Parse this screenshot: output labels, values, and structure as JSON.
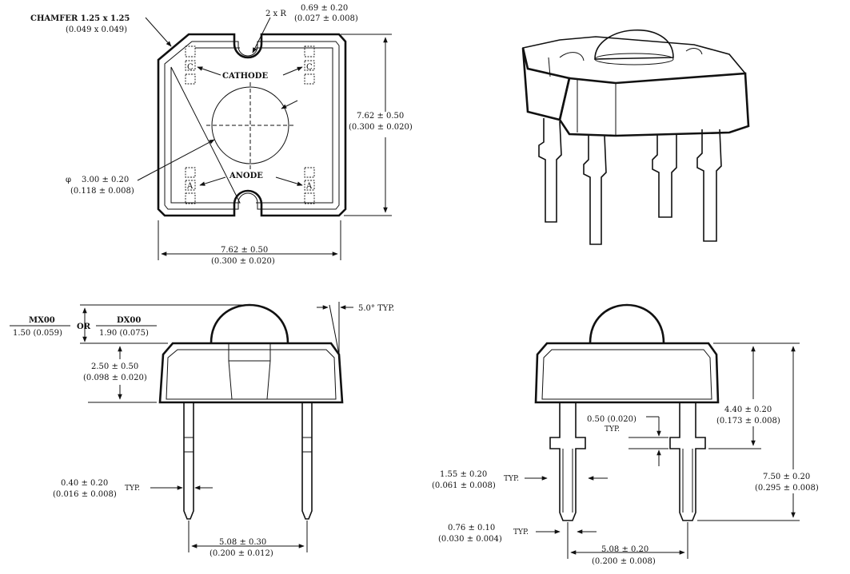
{
  "top_view": {
    "chamfer_label": "CHAMFER 1.25 x 1.25",
    "chamfer_in": "(0.049 x 0.049)",
    "radius_prefix": "2 x R",
    "radius_mm": "0.69 ± 0.20",
    "radius_in": "(0.027 ± 0.008)",
    "cathode_label": "CATHODE",
    "anode_label": "ANODE",
    "pad_c": "C",
    "pad_a": "A",
    "phi_symbol": "φ",
    "diameter_mm": "3.00 ± 0.20",
    "diameter_in": "(0.118 ± 0.008)",
    "height_mm": "7.62 ± 0.50",
    "height_in": "(0.300 ± 0.020)",
    "width_mm": "7.62 ± 0.50",
    "width_in": "(0.300 ± 0.020)"
  },
  "front_view": {
    "mx_label": "MX00",
    "mx_value": "1.50 (0.059)",
    "or_label": "OR",
    "dx_label": "DX00",
    "dx_value": "1.90 (0.075)",
    "angle_label": "5.0° TYP.",
    "body_mm": "2.50 ± 0.50",
    "body_in": "(0.098 ± 0.020)",
    "lead_mm": "0.40 ± 0.20",
    "lead_in": "(0.016 ± 0.008)",
    "lead_typ": "TYP.",
    "pitch_mm": "5.08 ± 0.30",
    "pitch_in": "(0.200 ± 0.012)"
  },
  "side_view": {
    "step_mm": "0.50 (0.020)",
    "step_typ": "TYP.",
    "seat_mm": "4.40 ± 0.20",
    "seat_in": "(0.173 ± 0.008)",
    "total_mm": "7.50 ± 0.20",
    "total_in": "(0.295 ± 0.008)",
    "shoulder_mm": "1.55 ± 0.20",
    "shoulder_in": "(0.061 ± 0.008)",
    "shoulder_typ": "TYP.",
    "tip_mm": "0.76 ± 0.10",
    "tip_in": "(0.030 ± 0.004)",
    "tip_typ": "TYP.",
    "pitch_mm": "5.08 ± 0.20",
    "pitch_in": "(0.200 ± 0.008)"
  }
}
